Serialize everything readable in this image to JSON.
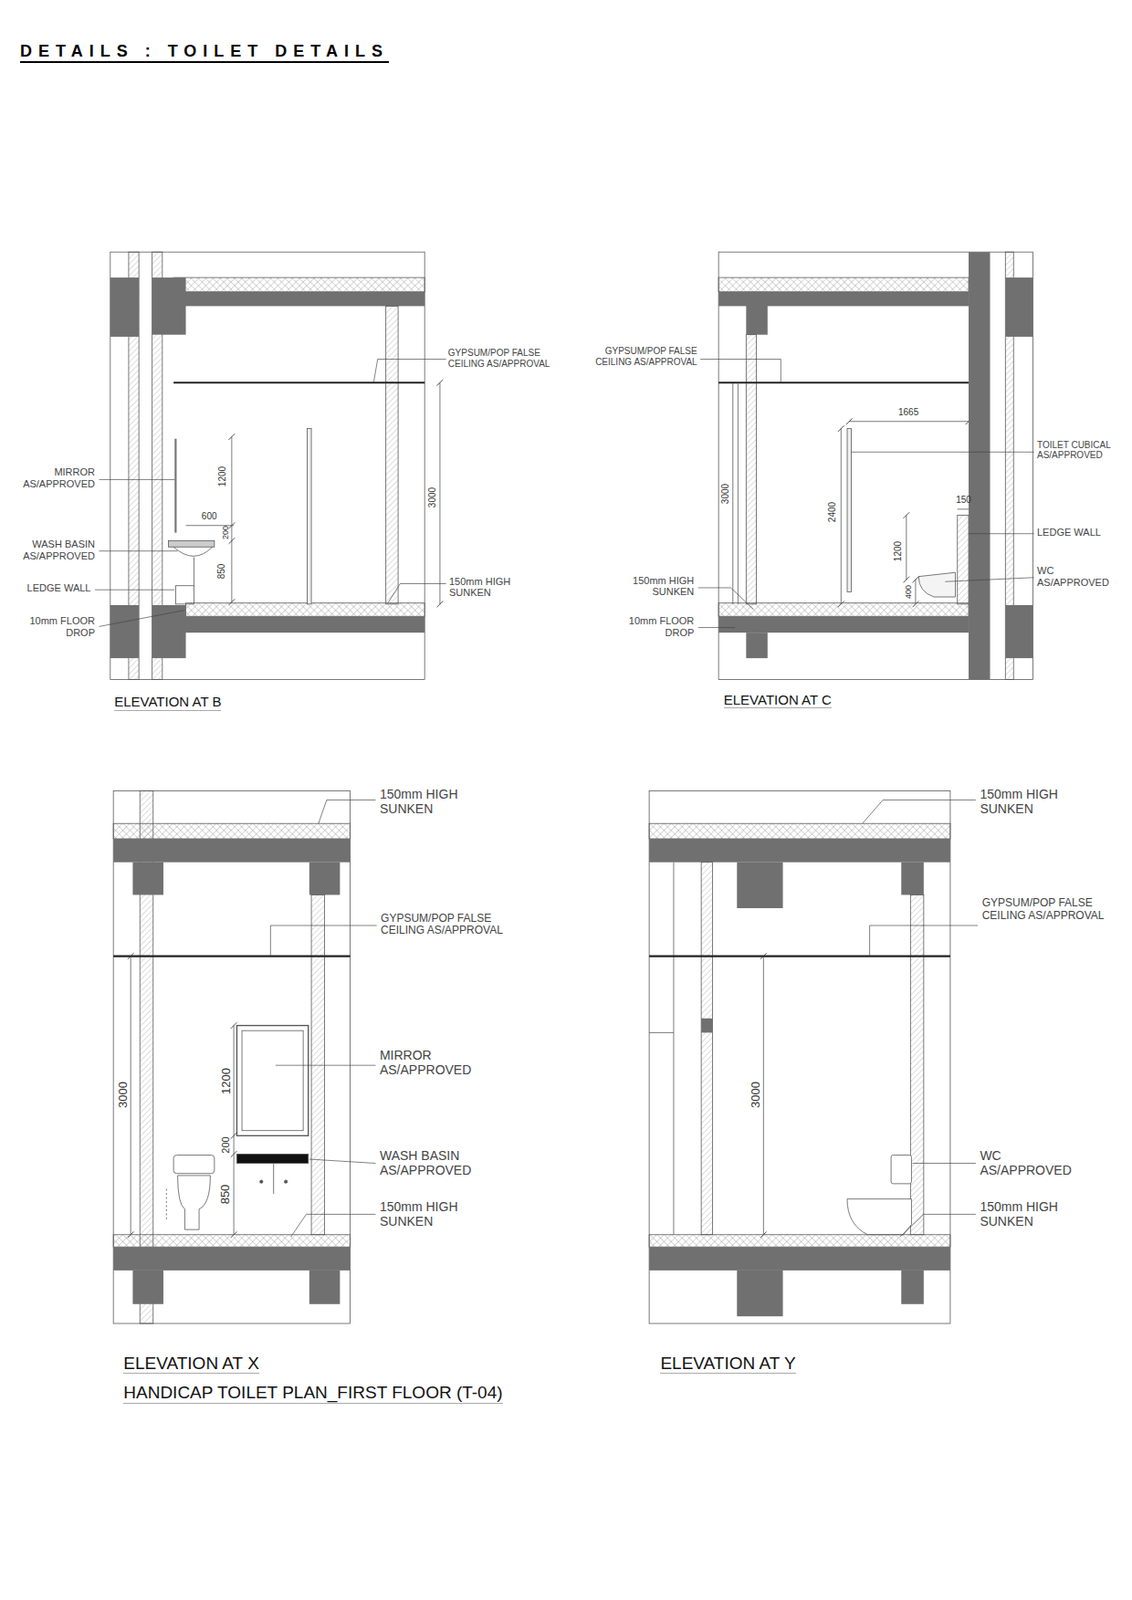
{
  "diagram": {
    "title": "DETAILS : TOILET DETAILS",
    "labels": [
      "GYPSUM/POP FALSE CEILING AS/APPROVAL",
      "MIRROR AS/APPROVED",
      "1200",
      "600",
      "200",
      "WASH BASIN AS/APPROVED",
      "850",
      "3000",
      "LEDGE WALL",
      "150mm HIGH SUNKEN",
      "10mm FLOOR DROP",
      "ELEVATION AT B",
      "GYPSUM/POP FALSE CEILING AS/APPROVAL",
      "1665",
      "TOILET CUBICAL AS/APPROVED",
      "3000",
      "2400",
      "150",
      "LEDGE WALL",
      "1200",
      "WC AS/APPROVED",
      "400",
      "150mm HIGH SUNKEN",
      "10mm FLOOR DROP",
      "ELEVATION AT C",
      "150mm HIGH SUNKEN",
      "GYPSUM/POP FALSE CEILING AS/APPROVAL",
      "3000",
      "1200",
      "MIRROR AS/APPROVED",
      "200",
      "WASH BASIN AS/APPROVED",
      "850",
      "150mm HIGH SUNKEN",
      "ELEVATION AT X",
      "HANDICAP TOILET PLAN_FIRST FLOOR (T-04)",
      "150mm HIGH SUNKEN",
      "GYPSUM/POP FALSE CEILING AS/APPROVAL",
      "3000",
      "WC AS/APPROVED",
      "150mm HIGH SUNKEN",
      "ELEVATION AT Y"
    ]
  }
}
